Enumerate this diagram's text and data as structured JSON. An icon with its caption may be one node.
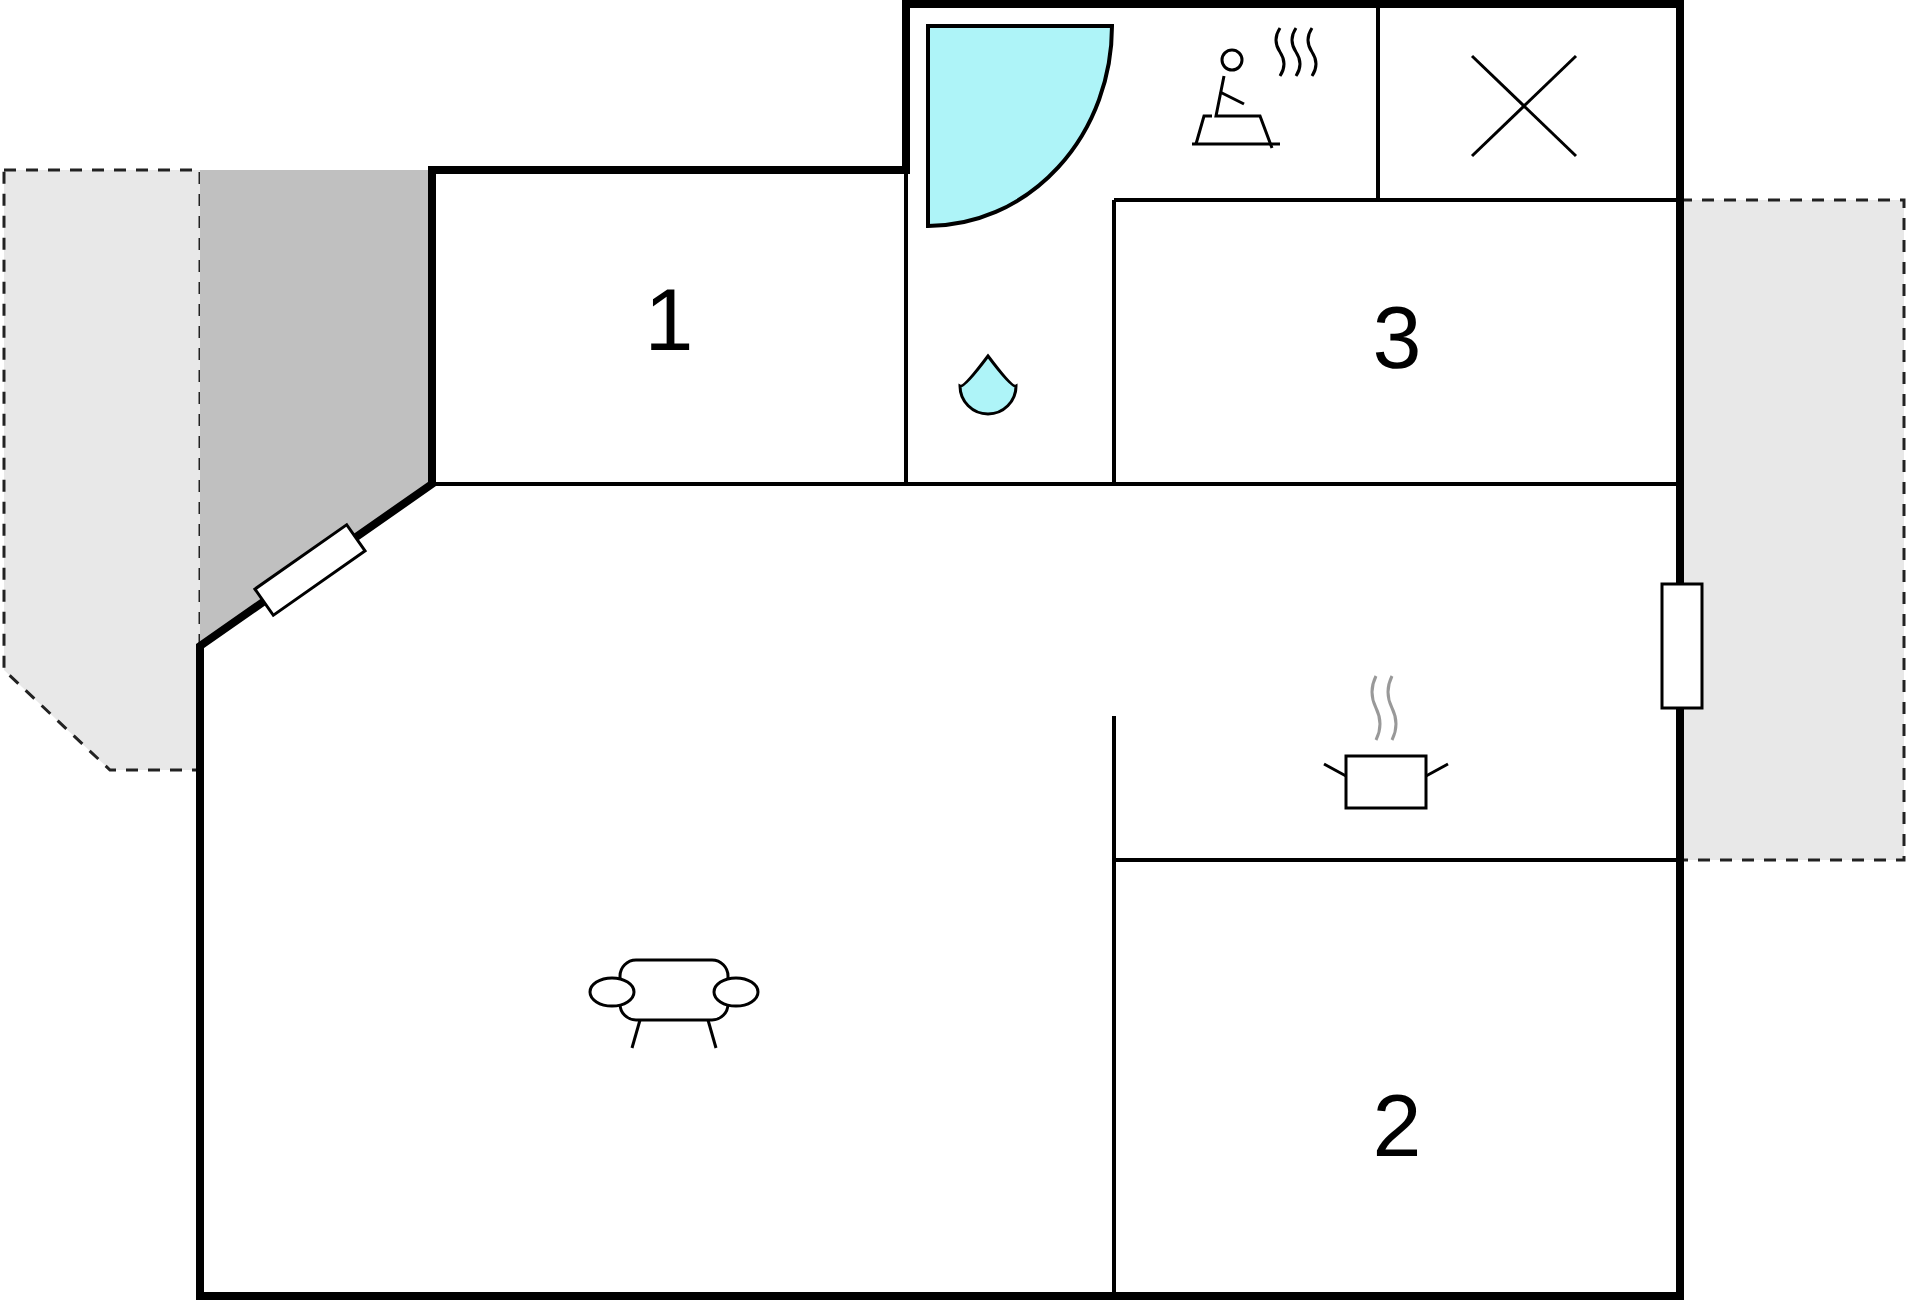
{
  "diagram": {
    "nodes": [
      {
        "text": [
          "1"
        ]
      },
      {
        "text": [
          "3"
        ]
      },
      {
        "text": [
          "2"
        ]
      }
    ]
  }
}
